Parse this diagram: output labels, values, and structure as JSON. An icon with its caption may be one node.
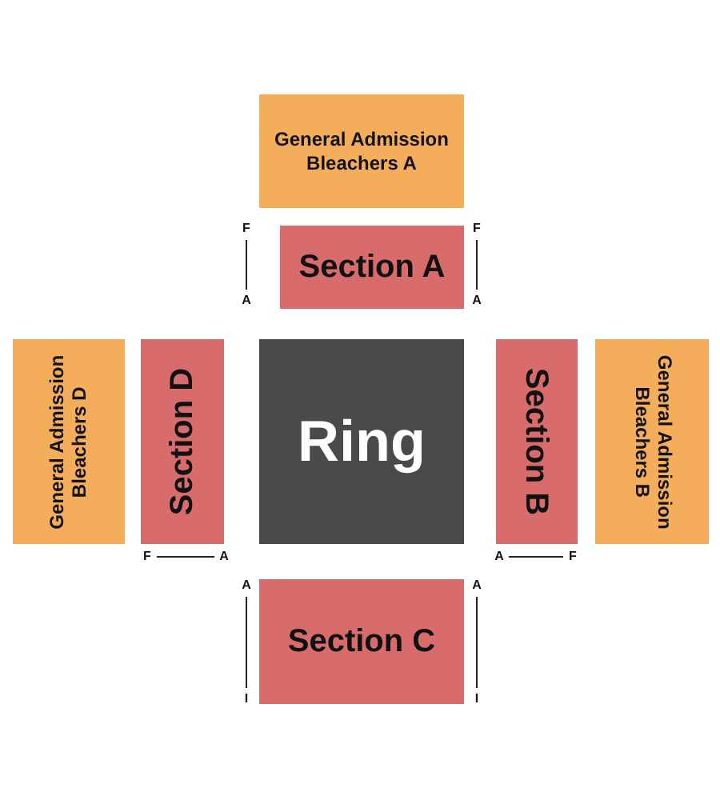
{
  "diagram": {
    "nodes": [
      {
        "text": [
          "General Admission Bleachers A"
        ]
      },
      {
        "text": [
          "Section A"
        ]
      },
      {
        "text": [
          "General Admission Bleachers D"
        ]
      },
      {
        "text": [
          "Section D"
        ]
      },
      {
        "text": [
          "Ring"
        ]
      },
      {
        "text": [
          "Section B"
        ]
      },
      {
        "text": [
          "General Admission Bleachers B"
        ]
      },
      {
        "text": [
          "Section C"
        ]
      }
    ],
    "labels": [
      "F",
      "F",
      "A",
      "A",
      "F",
      "A",
      "A",
      "F",
      "A",
      "A",
      "I",
      "I"
    ]
  }
}
